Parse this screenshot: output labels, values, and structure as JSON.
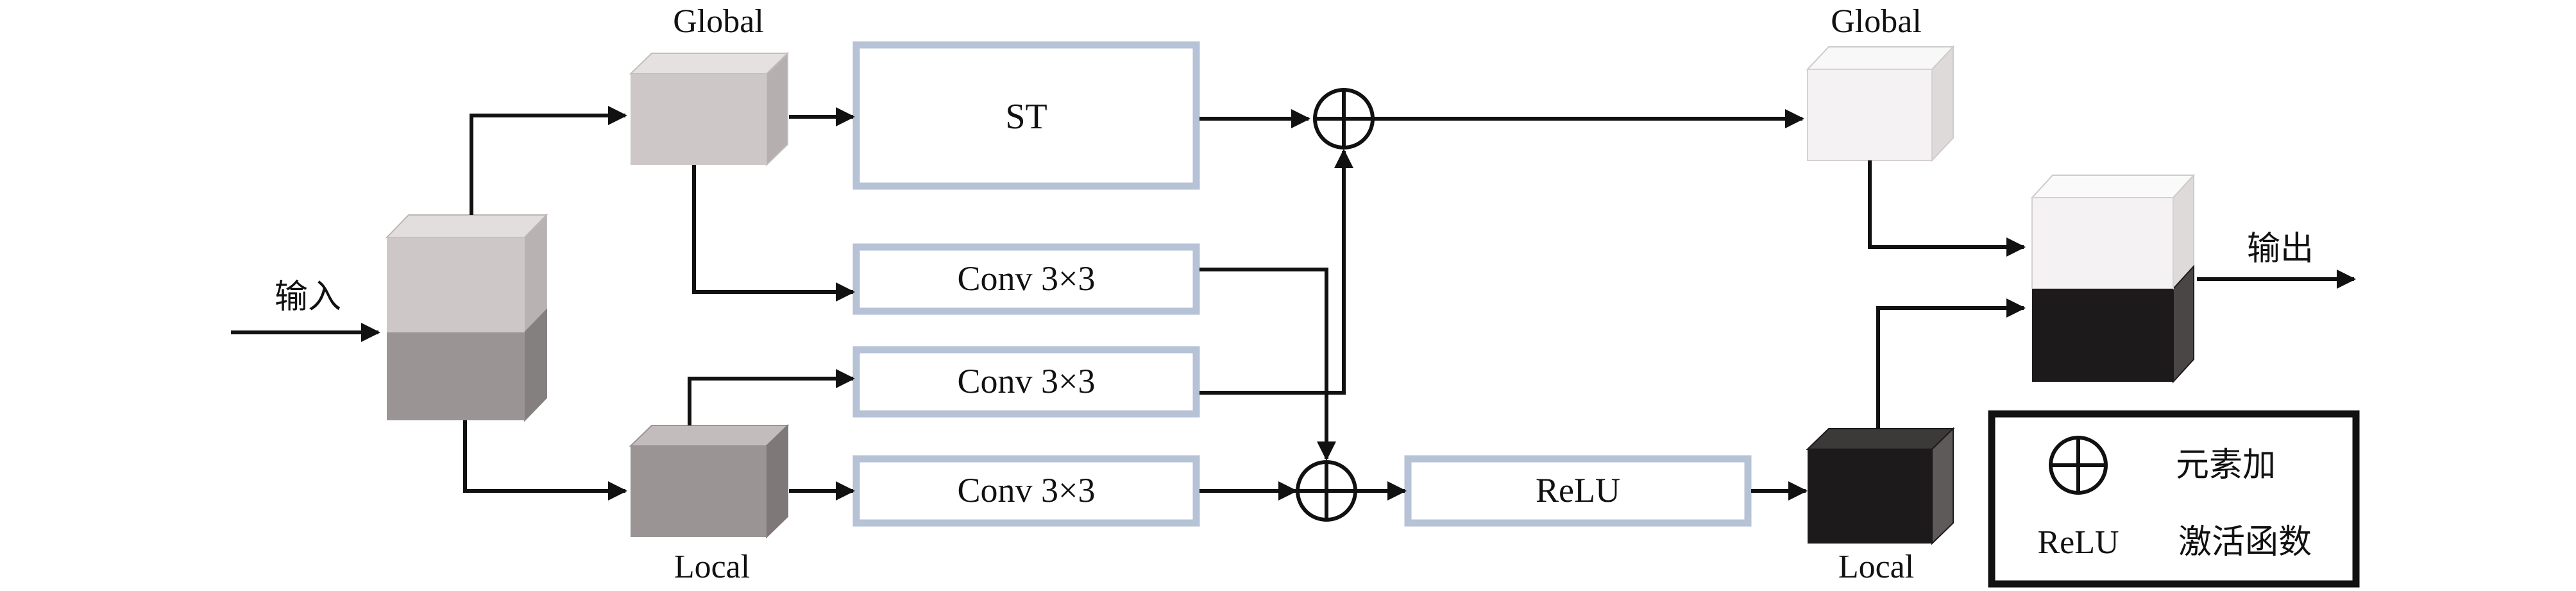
{
  "labels": {
    "input": "输入",
    "output": "输出",
    "global_top_left": "Global",
    "global_top_right": "Global",
    "local_bottom_left": "Local",
    "local_bottom_right": "Local"
  },
  "blocks": {
    "st": "ST",
    "conv_top": "Conv 3×3",
    "conv_mid": "Conv 3×3",
    "conv_bottom": "Conv 3×3",
    "relu": "ReLU"
  },
  "legend": {
    "add_label": "元素加",
    "relu_symbol": "ReLU",
    "relu_label": "激活函数"
  },
  "colors": {
    "cube_light": "#cdc7c7",
    "cube_dark": "#9a9494",
    "cube_white": "#f4f2f2",
    "cube_black": "#1c1a1a",
    "block_border": "#b6c2d6"
  }
}
